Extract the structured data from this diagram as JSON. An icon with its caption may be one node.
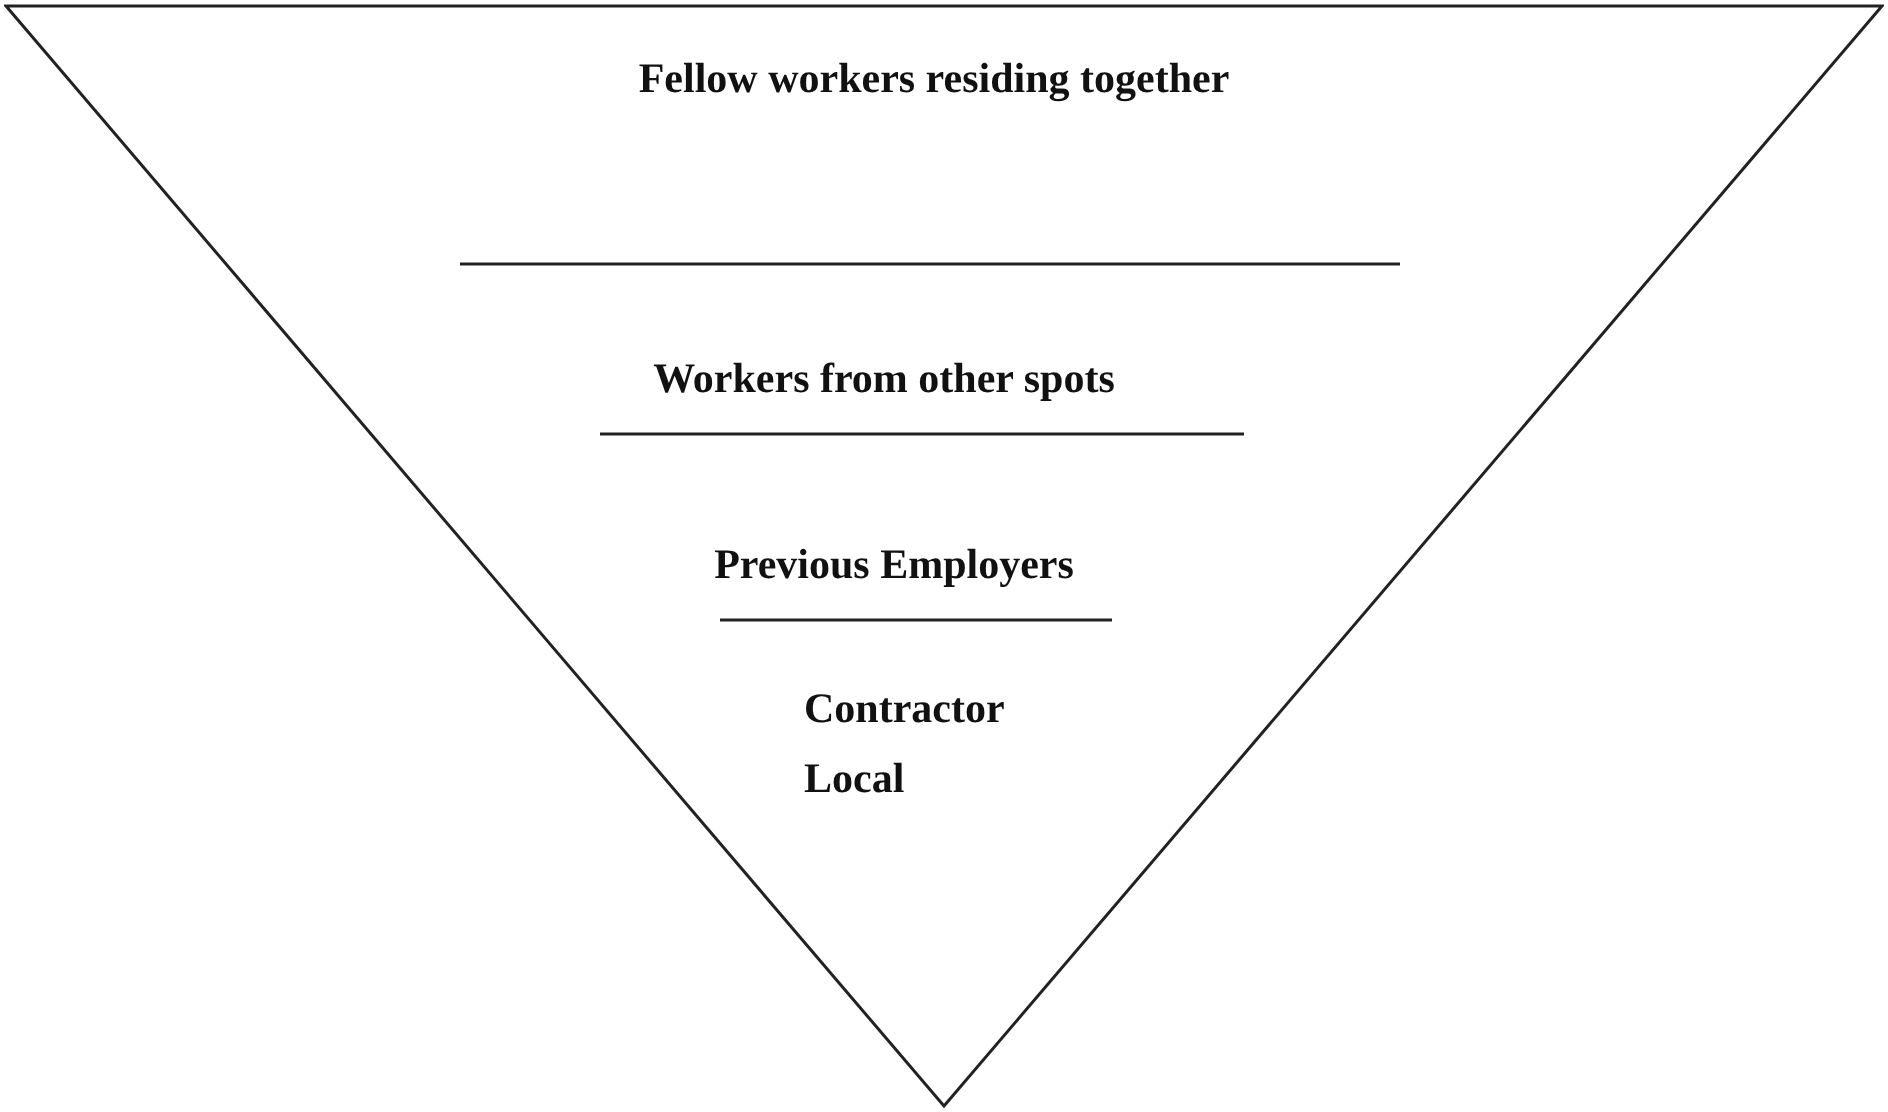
{
  "diagram": {
    "nodes": [
      {
        "text": [],
        "shape": "triangle"
      },
      {
        "text": [
          "Fellow workers residing together"
        ],
        "in": 0
      },
      {
        "text": [
          "Workers from other spots"
        ],
        "in": 0
      },
      {
        "text": [
          "Previous Employers"
        ],
        "in": 0
      },
      {
        "text": [
          "Contractor",
          "Local"
        ],
        "in": 0
      }
    ]
  }
}
